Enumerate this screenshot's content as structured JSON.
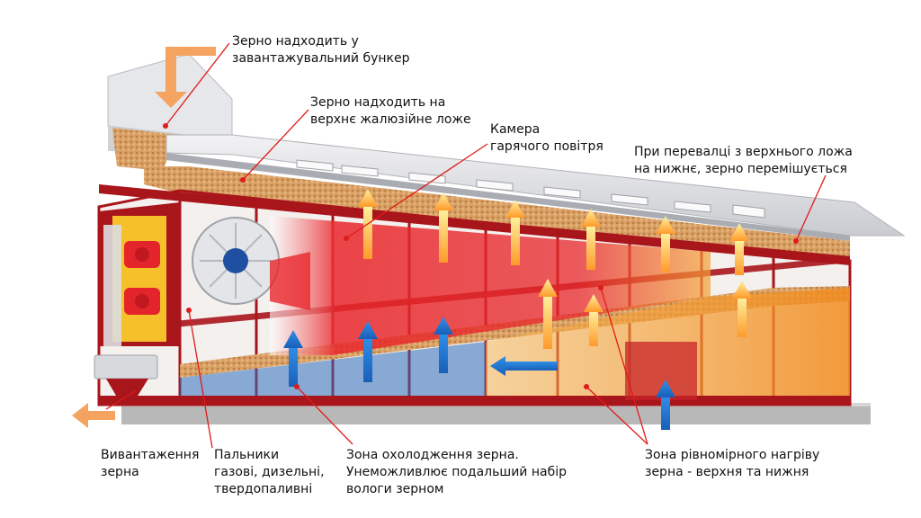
{
  "callouts": {
    "bunker_inlet": {
      "line1": "Зерно надходить у",
      "line2": "завантажувальний бункер"
    },
    "upper_bed": {
      "line1": "Зерно надходить на",
      "line2": "верхнє жалюзійне ложе"
    },
    "hot_air_chamber": {
      "line1": "Камера",
      "line2": "гарячого повітря"
    },
    "mixing": {
      "line1": "При перевалці з верхнього ложа",
      "line2": "на нижнє, зерно перемішується"
    },
    "unloading": {
      "line1": "Вивантаження",
      "line2": "зерна"
    },
    "burners": {
      "line1": "Пальники",
      "line2": "газові, дизельні,",
      "line3": "твердопаливні"
    },
    "cooling_zone": {
      "line1": "Зона охолодження зерна.",
      "line2": "Унеможливлює подальший набір",
      "line3": "вологи зерном"
    },
    "heating_zone": {
      "line1": "Зона рівномірного нагріву",
      "line2": "зерна - верхня та нижня"
    }
  },
  "colors": {
    "frame_red": "#a8151b",
    "grain": "#d9a066",
    "hot_air": "#e8262a",
    "cool_air": "#1e6fc8",
    "flow_arrow": "#f4a460",
    "warm_arrow": "#ffd84a",
    "callout_dot": "#e01b1b"
  },
  "icons": [
    "fan-icon",
    "burner-icon",
    "cyclone-unloader-icon",
    "flow-arrow-icon"
  ]
}
